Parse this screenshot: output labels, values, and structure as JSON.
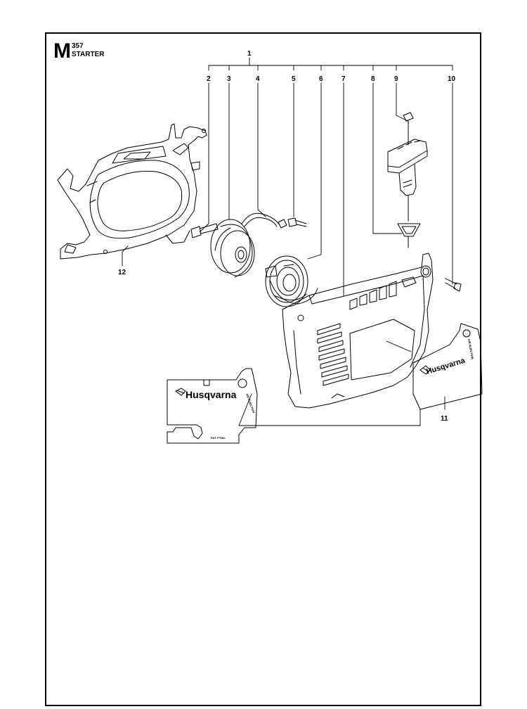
{
  "header": {
    "section_letter": "M",
    "model": "357",
    "section_title": "STARTER"
  },
  "callouts": [
    "1",
    "2",
    "3",
    "4",
    "5",
    "6",
    "7",
    "8",
    "9",
    "10",
    "11",
    "12"
  ],
  "decals": {
    "brand": "Husqvarna",
    "left_side_text": "AIR INJECTION",
    "left_bottom_text": "PAT. PTND."
  }
}
